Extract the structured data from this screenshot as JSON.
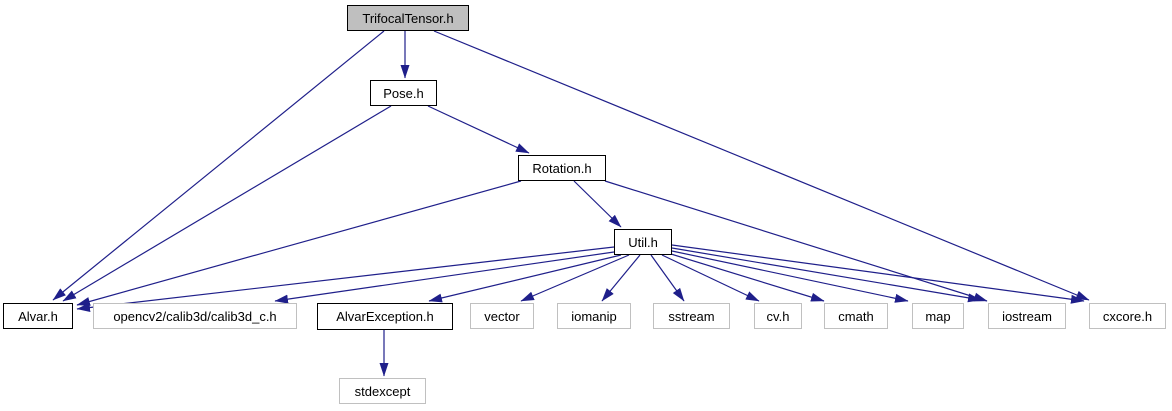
{
  "diagram": {
    "type": "include-dependency-graph",
    "root_file": "TrifocalTensor.h",
    "colors": {
      "edge": "#1f1f8a",
      "root_fill": "#bfbfbf",
      "internal_border": "#000000",
      "external_border": "#c0c0c0",
      "text": "#000000",
      "background": "#ffffff"
    },
    "nodes": [
      {
        "label": "TrifocalTensor.h",
        "type": "root"
      },
      {
        "label": "Pose.h",
        "type": "internal"
      },
      {
        "label": "Rotation.h",
        "type": "internal"
      },
      {
        "label": "Util.h",
        "type": "internal"
      },
      {
        "label": "Alvar.h",
        "type": "internal"
      },
      {
        "label": "opencv2/calib3d/calib3d_c.h",
        "type": "external"
      },
      {
        "label": "AlvarException.h",
        "type": "internal"
      },
      {
        "label": "vector",
        "type": "external"
      },
      {
        "label": "iomanip",
        "type": "external"
      },
      {
        "label": "sstream",
        "type": "external"
      },
      {
        "label": "cv.h",
        "type": "external"
      },
      {
        "label": "cmath",
        "type": "external"
      },
      {
        "label": "map",
        "type": "external"
      },
      {
        "label": "iostream",
        "type": "external"
      },
      {
        "label": "cxcore.h",
        "type": "external"
      },
      {
        "label": "stdexcept",
        "type": "external"
      }
    ],
    "edges": [
      {
        "from": "TrifocalTensor.h",
        "to": "Pose.h"
      },
      {
        "from": "TrifocalTensor.h",
        "to": "Alvar.h"
      },
      {
        "from": "TrifocalTensor.h",
        "to": "cxcore.h"
      },
      {
        "from": "Pose.h",
        "to": "Rotation.h"
      },
      {
        "from": "Pose.h",
        "to": "Alvar.h"
      },
      {
        "from": "Rotation.h",
        "to": "Util.h"
      },
      {
        "from": "Rotation.h",
        "to": "Alvar.h"
      },
      {
        "from": "Rotation.h",
        "to": "iostream"
      },
      {
        "from": "Util.h",
        "to": "Alvar.h"
      },
      {
        "from": "Util.h",
        "to": "opencv2/calib3d/calib3d_c.h"
      },
      {
        "from": "Util.h",
        "to": "AlvarException.h"
      },
      {
        "from": "Util.h",
        "to": "vector"
      },
      {
        "from": "Util.h",
        "to": "iomanip"
      },
      {
        "from": "Util.h",
        "to": "sstream"
      },
      {
        "from": "Util.h",
        "to": "cv.h"
      },
      {
        "from": "Util.h",
        "to": "cmath"
      },
      {
        "from": "Util.h",
        "to": "map"
      },
      {
        "from": "Util.h",
        "to": "iostream"
      },
      {
        "from": "Util.h",
        "to": "cxcore.h"
      },
      {
        "from": "AlvarException.h",
        "to": "stdexcept"
      }
    ]
  }
}
